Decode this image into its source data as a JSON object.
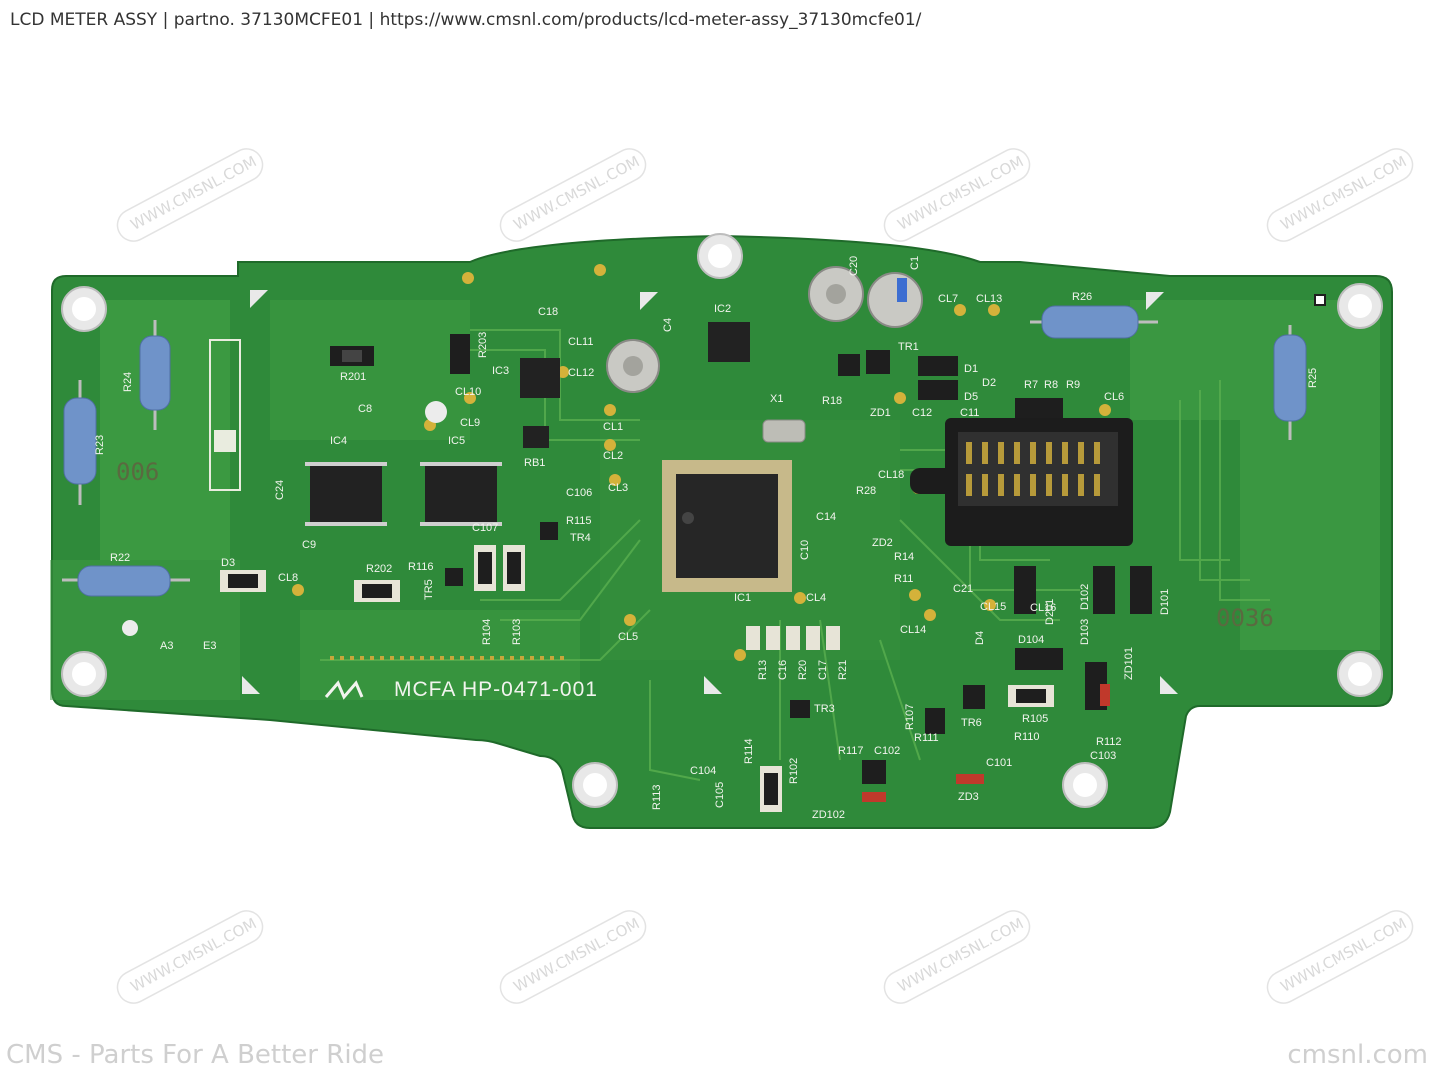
{
  "page": {
    "header": "LCD METER ASSY | partno. 37130MCFE01  | https://www.cmsnl.com/products/lcd-meter-assy_37130mcfe01/",
    "footer_left": "CMS - Parts For A Better Ride",
    "footer_right": "cmsnl.com",
    "watermark": "WWW.CMSNL.COM"
  },
  "board": {
    "model_label": "MCFA  HP-0471-001",
    "printed_code_left": "006",
    "printed_code_right": "0036"
  },
  "silkscreen": {
    "R24": "R24",
    "R23": "R23",
    "R22": "R22",
    "D3": "D3",
    "CL8": "CL8",
    "A3": "A3",
    "E3": "E3",
    "R201": "R201",
    "R203": "R203",
    "C18": "C18",
    "IC2": "IC2",
    "C4": "C4",
    "IC3": "IC3",
    "CL11": "CL11",
    "CL12": "CL12",
    "CL10": "CL10",
    "CL9": "CL9",
    "C8": "C8",
    "IC4": "IC4",
    "IC5": "IC5",
    "C24": "C24",
    "C9": "C9",
    "RB1": "RB1",
    "C106": "C106",
    "C107": "C107",
    "R115": "R115",
    "TR4": "TR4",
    "R116": "R116",
    "R202": "R202",
    "TR5": "TR5",
    "R104": "R104",
    "R103": "R103",
    "CL1": "CL1",
    "CL2": "CL2",
    "CL3": "CL3",
    "CL5": "CL5",
    "IC1": "IC1",
    "CL4": "CL4",
    "X1": "X1",
    "R18": "R18",
    "ZD1": "ZD1",
    "C12": "C12",
    "C11": "C11",
    "CL18": "CL18",
    "R28": "R28",
    "C14": "C14",
    "C10": "C10",
    "ZD2": "ZD2",
    "R14": "R14",
    "R11": "R11",
    "CL14": "CL14",
    "C20": "C20",
    "C1": "C1",
    "CL7": "CL7",
    "CL13": "CL13",
    "R26": "R26",
    "TR1": "TR1",
    "D1": "D1",
    "D2": "D2",
    "D5": "D5",
    "R7": "R7",
    "R8": "R8",
    "R9": "R9",
    "CL6": "CL6",
    "R25": "R25",
    "C21": "C21",
    "CL15": "CL15",
    "CL16": "CL16",
    "D201": "D201",
    "D102": "D102",
    "D101": "D101",
    "D103": "D103",
    "D104": "D104",
    "ZD101": "ZD101",
    "D4": "D4",
    "R105": "R105",
    "TR6": "TR6",
    "R107": "R107",
    "R111": "R111",
    "R110": "R110",
    "R112": "R112",
    "C103": "C103",
    "C101": "C101",
    "ZD3": "ZD3",
    "R117": "R117",
    "C102": "C102",
    "ZD102": "ZD102",
    "R114": "R114",
    "R102": "R102",
    "C104": "C104",
    "C105": "C105",
    "R113": "R113",
    "TR3": "TR3",
    "R13": "R13",
    "C16": "C16",
    "R20": "R20",
    "C17": "C17",
    "R21": "R21"
  }
}
